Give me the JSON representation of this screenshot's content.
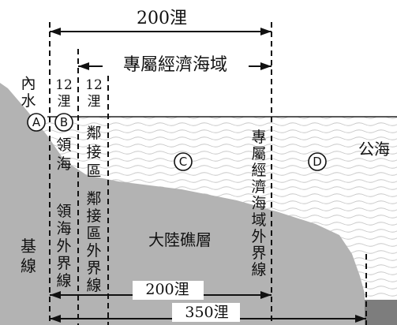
{
  "top_measure": "200浬",
  "eez_title": "專屬經濟海域",
  "internal_waters": "內水",
  "twelve_nm_a": "12浬",
  "twelve_nm_b": "12浬",
  "marker_a": "A",
  "marker_b": "B",
  "marker_c": "C",
  "marker_d": "D",
  "territorial_sea": "領海",
  "contiguous_zone": "鄰接區",
  "high_seas": "公海",
  "eez_outer_line": "專屬經濟海域外界線",
  "baseline": "基線",
  "territorial_outer_line": "領海外界線",
  "contiguous_outer_line": "鄰接區外界線",
  "continental_shelf": "大陸礁層",
  "bottom_measure_200": "200浬",
  "bottom_measure_350": "350浬"
}
